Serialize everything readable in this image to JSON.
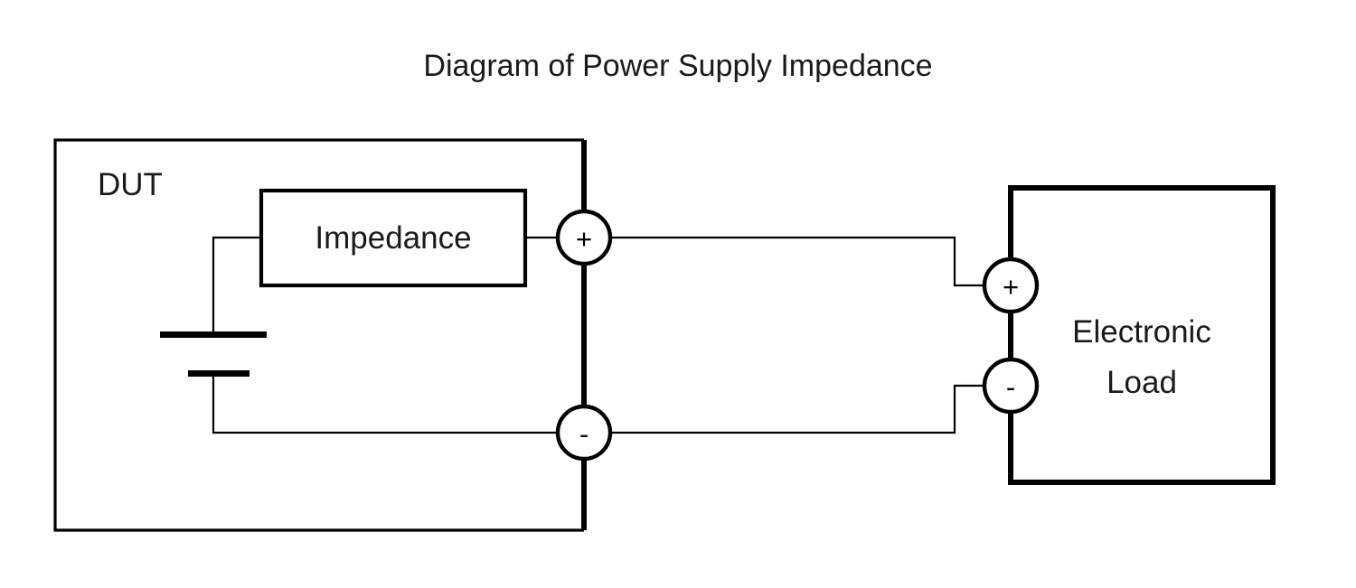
{
  "title": "Diagram of Power Supply Impedance",
  "dut": {
    "label": "DUT",
    "impedance_block": {
      "label": "Impedance"
    },
    "battery": {
      "name": "battery-symbol"
    },
    "terminals": {
      "positive": "+",
      "negative": "-"
    }
  },
  "load": {
    "label_line1": "Electronic",
    "label_line2": "Load",
    "terminals": {
      "positive": "+",
      "negative": "-"
    }
  },
  "colors": {
    "stroke": "#000000",
    "text": "#1a1a1a",
    "background": "#ffffff"
  }
}
